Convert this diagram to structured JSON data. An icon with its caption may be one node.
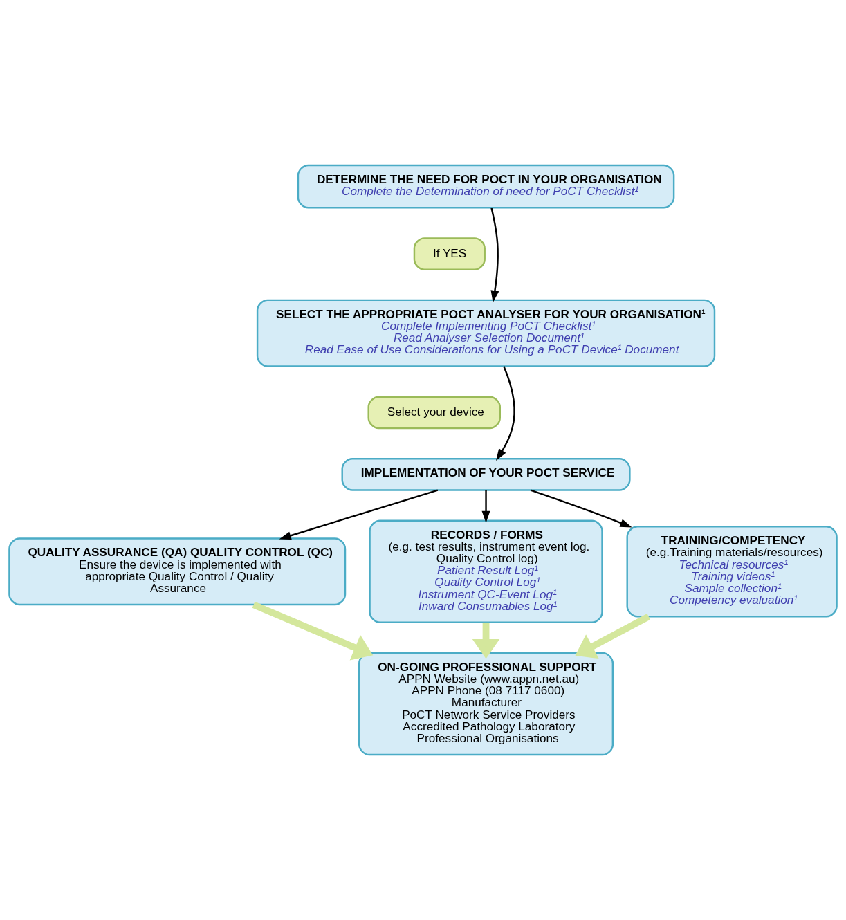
{
  "diagram": {
    "nodes": [
      {
        "text": [
          "DETERMINE THE NEED FOR POCT IN YOUR ORGANISATION",
          "Complete the Determination of need for PoCT Checklist¹"
        ]
      },
      {
        "text": [
          "If YES"
        ]
      },
      {
        "text": [
          "SELECT THE APPROPRIATE POCT ANALYSER FOR YOUR ORGANISATION¹",
          "Complete Implementing PoCT Checklist¹",
          "Read Analyser Selection Document¹",
          "Read Ease of Use Considerations for Using a PoCT Device¹ Document"
        ]
      },
      {
        "text": [
          "Select your device"
        ]
      },
      {
        "text": [
          "IMPLEMENTATION OF YOUR POCT SERVICE"
        ]
      },
      {
        "text": [
          "QUALITY ASSURANCE (QA) QUALITY CONTROL (QC)",
          "Ensure the device is implemented with appropriate Quality Control / Quality Assurance"
        ]
      },
      {
        "text": [
          "RECORDS / FORMS",
          "(e.g. test results, instrument event log. Quality Control log)",
          "Patient Result Log¹",
          "Quality Control Log¹",
          "Instrument QC-Event Log¹",
          "Inward Consumables Log¹"
        ]
      },
      {
        "text": [
          "TRAINING/COMPETENCY",
          "(e.g.Training materials/resources)",
          "Technical resources¹",
          "Training videos¹",
          "Sample collection¹",
          "Competency evaluation¹"
        ]
      },
      {
        "text": [
          "ON-GOING PROFESSIONAL SUPPORT",
          "APPN Website (www.appn.net.au)",
          "APPN Phone (08 7117 0600)",
          "Manufacturer",
          "PoCT Network Service Providers",
          "Accredited Pathology Laboratory",
          "Professional Organisations"
        ]
      }
    ],
    "edges": [
      {
        "from": 0,
        "to": 2,
        "arrow": "to"
      },
      {
        "from": 2,
        "to": 4,
        "arrow": "to"
      },
      {
        "from": 4,
        "to": 5,
        "arrow": "to"
      },
      {
        "from": 4,
        "to": 6,
        "arrow": "to"
      },
      {
        "from": 4,
        "to": 7,
        "arrow": "to"
      },
      {
        "from": 5,
        "to": 8,
        "arrow": "to",
        "style": "thick",
        "color": "#d4e79c"
      },
      {
        "from": 6,
        "to": 8,
        "arrow": "to",
        "style": "thick",
        "color": "#d4e79c"
      },
      {
        "from": 7,
        "to": 8,
        "arrow": "to",
        "style": "thick",
        "color": "#d4e79c"
      }
    ]
  }
}
